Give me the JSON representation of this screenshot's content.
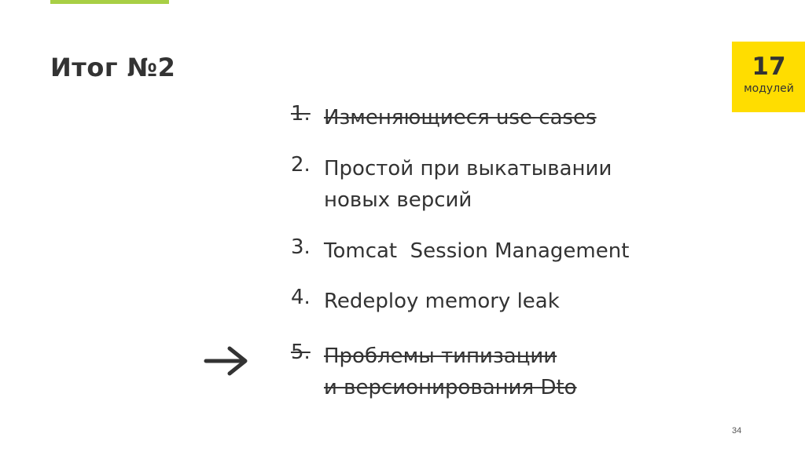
{
  "slide": {
    "title": "Итог №2",
    "page_number": "34",
    "accent_color": "#a8cf45"
  },
  "badge": {
    "number": "17",
    "caption": "модулей",
    "color": "#ffdd00"
  },
  "items": [
    {
      "num": "1.",
      "lines": [
        "Изменяющиеся use cases"
      ],
      "struck": true
    },
    {
      "num": "2.",
      "lines": [
        "Простой при выкатывании",
        "новых версий"
      ],
      "struck": false
    },
    {
      "num": "3.",
      "lines": [
        "Tomcat  Session Management"
      ],
      "struck": false
    },
    {
      "num": "4.",
      "lines": [
        "Redeploy memory leak"
      ],
      "struck": false
    },
    {
      "num": "5.",
      "lines": [
        "Проблемы типизации",
        "и версионирования Dto"
      ],
      "struck": true
    }
  ],
  "pointer": {
    "icon": "arrow-right-icon",
    "points_to_item": 5
  }
}
